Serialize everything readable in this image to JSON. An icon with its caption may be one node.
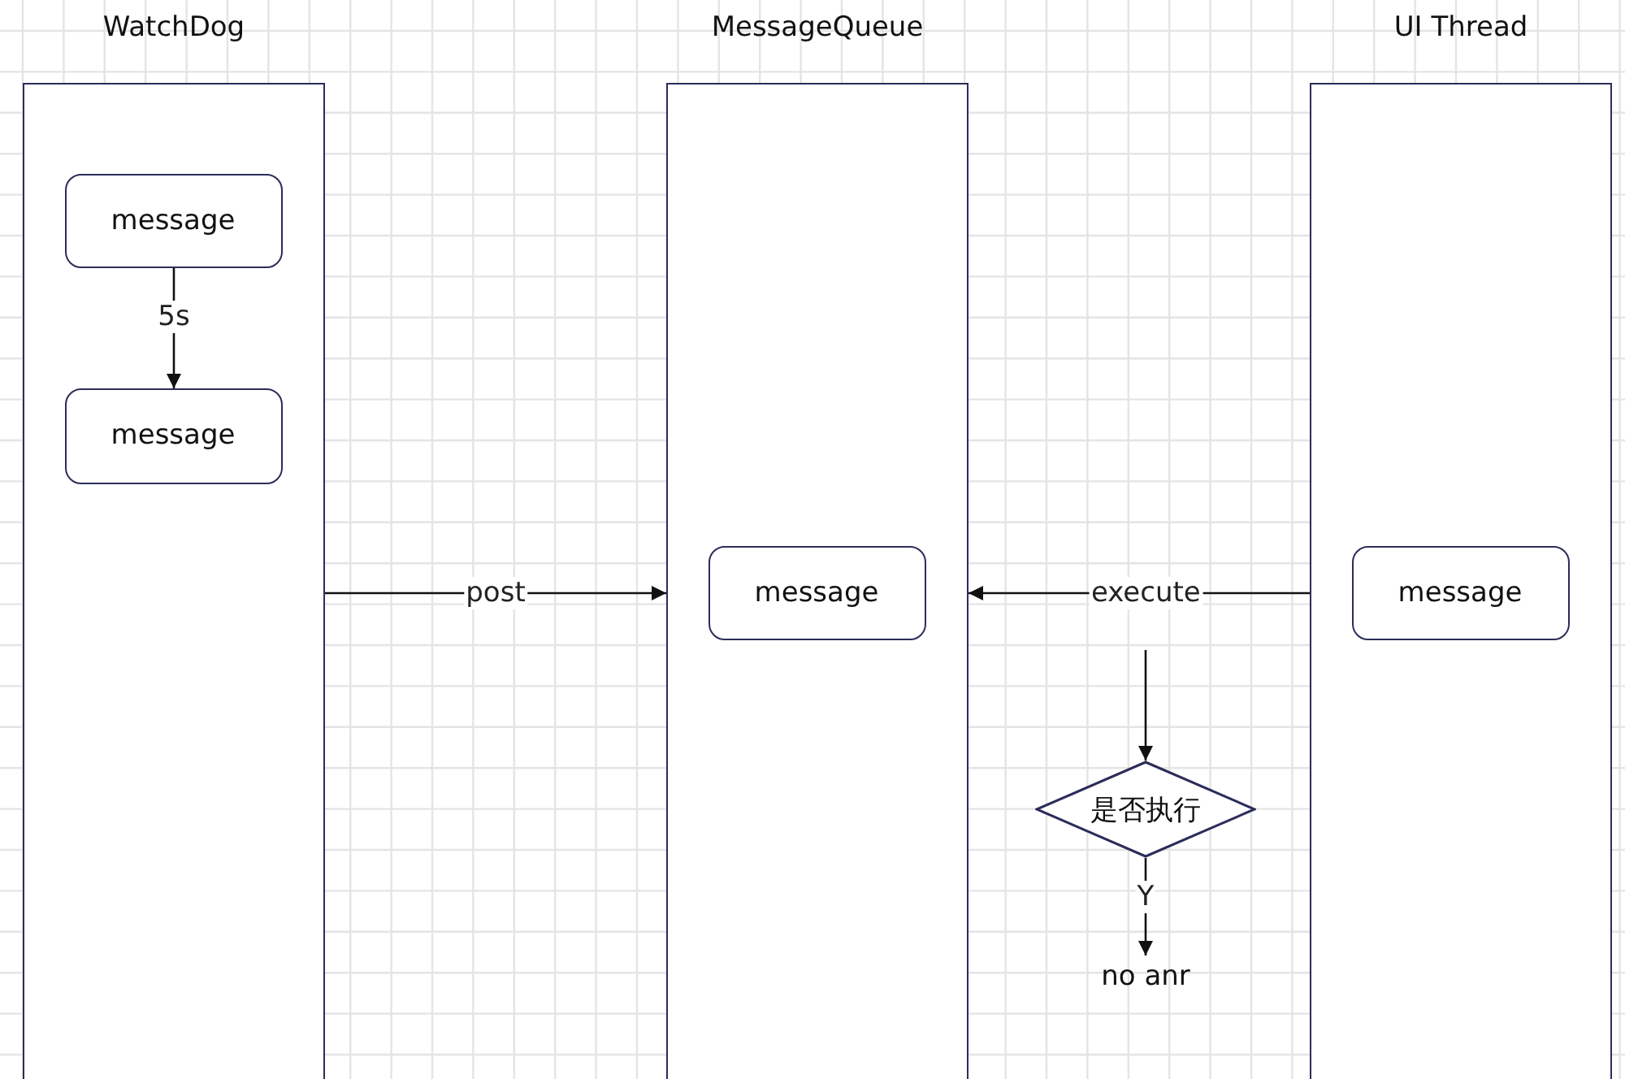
{
  "diagram": {
    "nodes": [
      {
        "text": [
          "WatchDog"
        ]
      },
      {
        "text": [
          "message"
        ],
        "in": 0
      },
      {
        "text": [
          "message"
        ],
        "in": 0
      },
      {
        "text": [
          "MessageQueue"
        ]
      },
      {
        "text": [
          "message"
        ],
        "in": 3
      },
      {
        "text": [
          "UI Thread"
        ]
      },
      {
        "text": [
          "message"
        ],
        "in": 5
      },
      {
        "text": [
          "是否执行"
        ]
      },
      {
        "text": [
          "no anr"
        ]
      }
    ],
    "edges": [
      {
        "from": 1,
        "to": 2,
        "arrow": "to",
        "label": "5s"
      },
      {
        "from": 0,
        "to": 3,
        "arrow": "to",
        "label": "post"
      },
      {
        "from": 5,
        "to": 3,
        "arrow": "to",
        "label": "execute"
      },
      {
        "from": null,
        "to": 7,
        "arrow": "to"
      },
      {
        "from": 7,
        "to": 8,
        "arrow": "to",
        "label": "Y"
      }
    ]
  }
}
